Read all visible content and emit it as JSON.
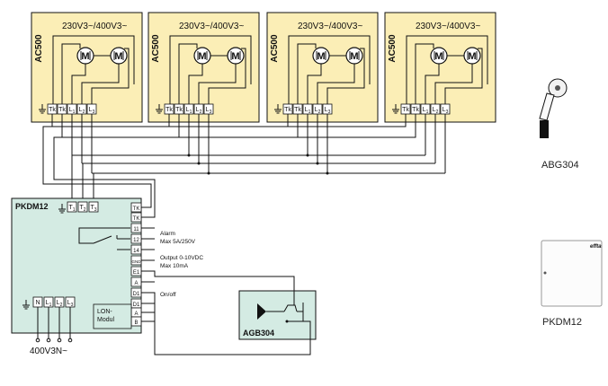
{
  "ac_units": [
    {
      "model": "AC500",
      "voltage": "230V3~/400V3~",
      "motors": [
        "M",
        "M"
      ],
      "terminals": [
        "Tk",
        "Tk",
        "L1",
        "L2",
        "L3"
      ]
    },
    {
      "model": "AC500",
      "voltage": "230V3~/400V3~",
      "motors": [
        "M",
        "M"
      ],
      "terminals": [
        "Tk",
        "Tk",
        "L1",
        "L2",
        "L3"
      ]
    },
    {
      "model": "AC500",
      "voltage": "230V3~/400V3~",
      "motors": [
        "M",
        "M"
      ],
      "terminals": [
        "Tk",
        "Tk",
        "L1",
        "L2",
        "L3"
      ]
    },
    {
      "model": "AC500",
      "voltage": "230V3~/400V3~",
      "motors": [
        "M",
        "M"
      ],
      "terminals": [
        "Tk",
        "Tk",
        "L1",
        "L2",
        "L3"
      ]
    }
  ],
  "controller": {
    "title": "PKDM12",
    "top_terminals": [
      "T1",
      "T2",
      "T3"
    ],
    "right_terminals": [
      "TK",
      "TK",
      "11",
      "12",
      "14",
      "GND",
      "E1",
      "A",
      "D1",
      "D1",
      "A",
      "B"
    ],
    "lon_label": "LON-\nModul",
    "supply_terminals": [
      "N",
      "L1",
      "L2",
      "L3"
    ],
    "supply_label": "400V3N~"
  },
  "annotations": {
    "alarm": "Alarm",
    "alarm_rating": "Max 5A/250V",
    "output": "Output 0-10VDC",
    "output_rating": "Max 10mA",
    "onoff": "On/off"
  },
  "sensor": {
    "title": "AGB304"
  },
  "products": {
    "abg_label": "ABG304",
    "pkdm_label": "PKDM12",
    "brand": "effta"
  },
  "colors": {
    "unit_fill": "#fbeeb6",
    "controller_fill": "#d4ebe3",
    "line": "#111111"
  }
}
